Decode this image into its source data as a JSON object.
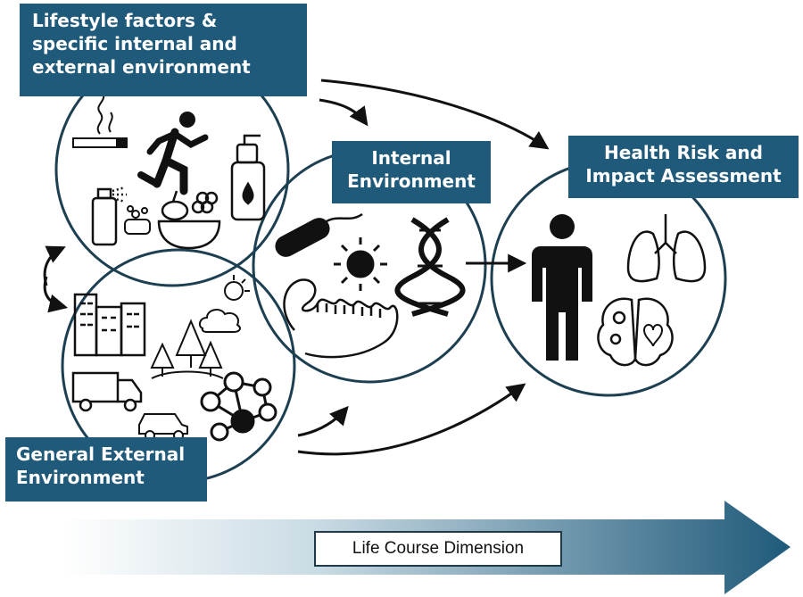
{
  "labels": {
    "lifestyle": [
      "Lifestyle factors &",
      "specific internal and",
      "external environment"
    ],
    "internal": [
      "Internal",
      "Environment"
    ],
    "health": [
      "Health Risk and",
      "Impact Assessment"
    ],
    "general": [
      "General External",
      "Environment"
    ]
  },
  "life_course": "Life Course Dimension",
  "colors": {
    "box": "#1f5a7a",
    "circle_stroke": "#1d3f52",
    "gradient_end": "#1f5a7a"
  },
  "icons": {
    "lifestyle": [
      "cigarette-icon",
      "running-person-icon",
      "spray-bottle-icon",
      "spray-can-icon",
      "soap-icon",
      "fruit-bowl-icon"
    ],
    "general": [
      "buildings-icon",
      "cloud-sun-icon",
      "trees-icon",
      "truck-icon",
      "car-icon",
      "social-network-icon"
    ],
    "internal": [
      "bacterium-icon",
      "virus-icon",
      "dna-icon",
      "rna-strand-icon"
    ],
    "health": [
      "person-icon",
      "lungs-icon",
      "brain-icon"
    ]
  }
}
